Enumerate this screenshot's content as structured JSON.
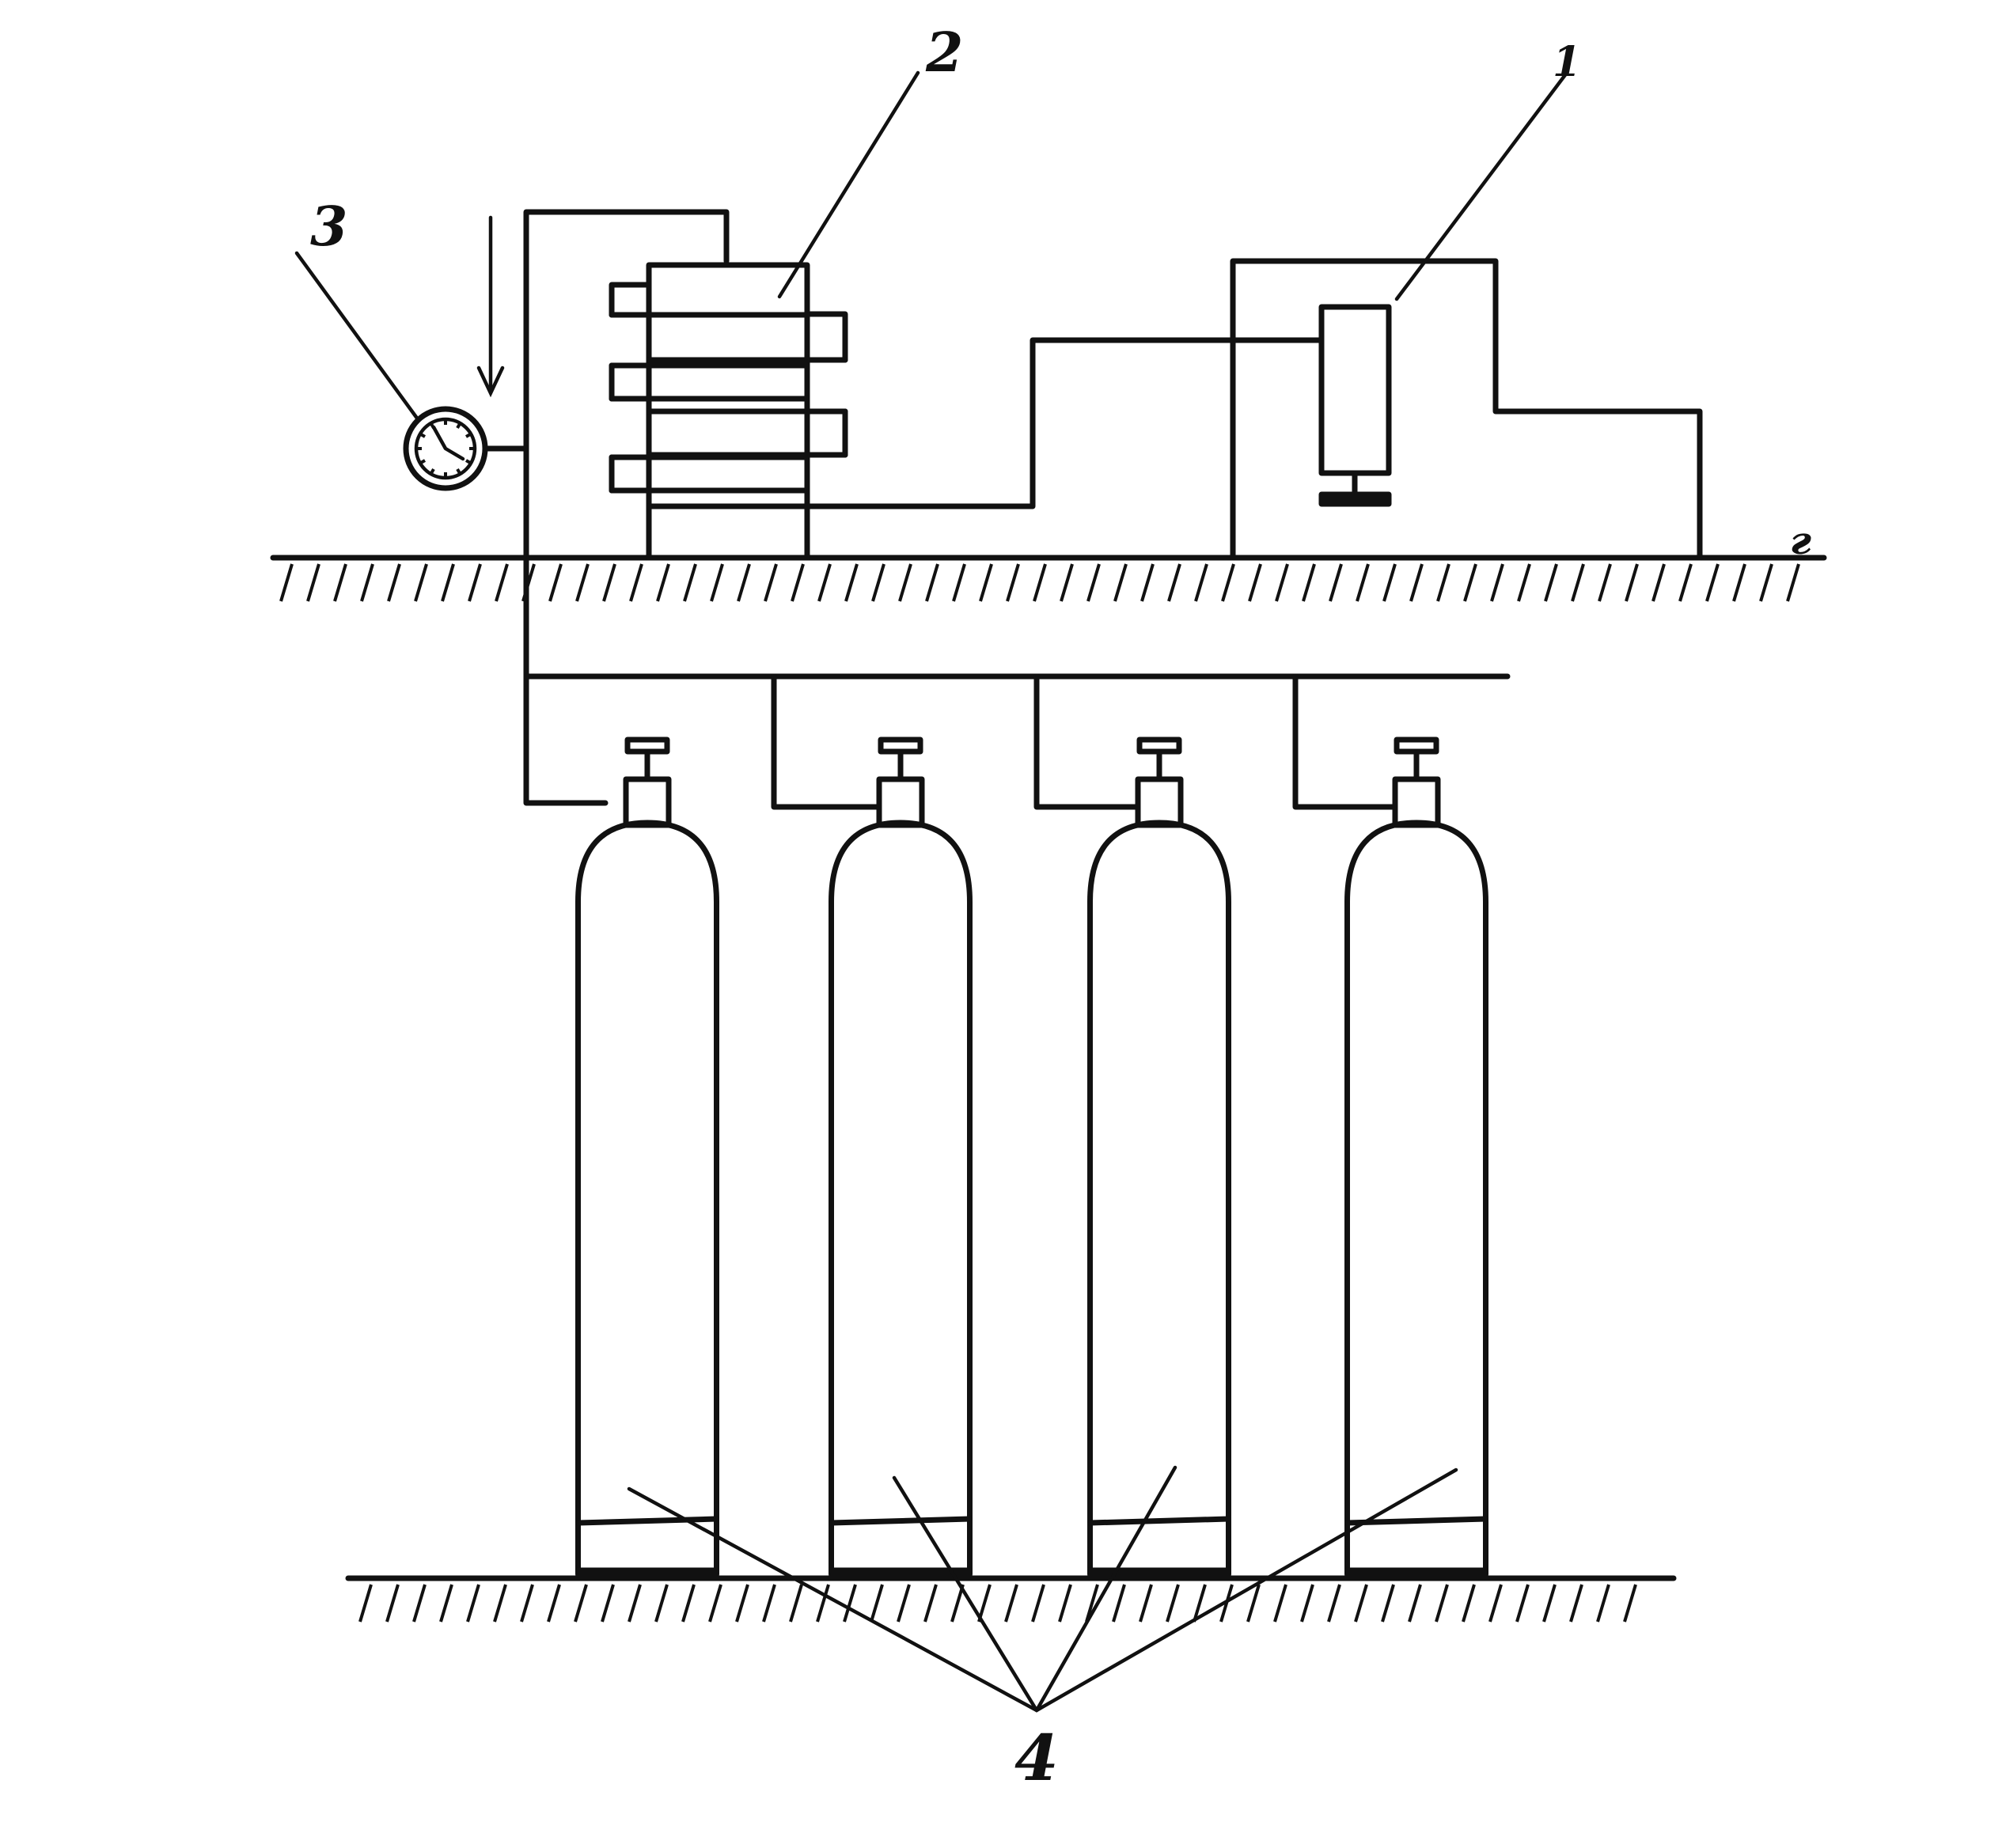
{
  "labels": {
    "unit_1": "1",
    "unit_2": "2",
    "gauge_3": "3",
    "cylinders_4": "4",
    "ground_mark": "г"
  },
  "cylinder_count": 4,
  "colors": {
    "ink": "#111111",
    "paper": "#ffffff"
  }
}
